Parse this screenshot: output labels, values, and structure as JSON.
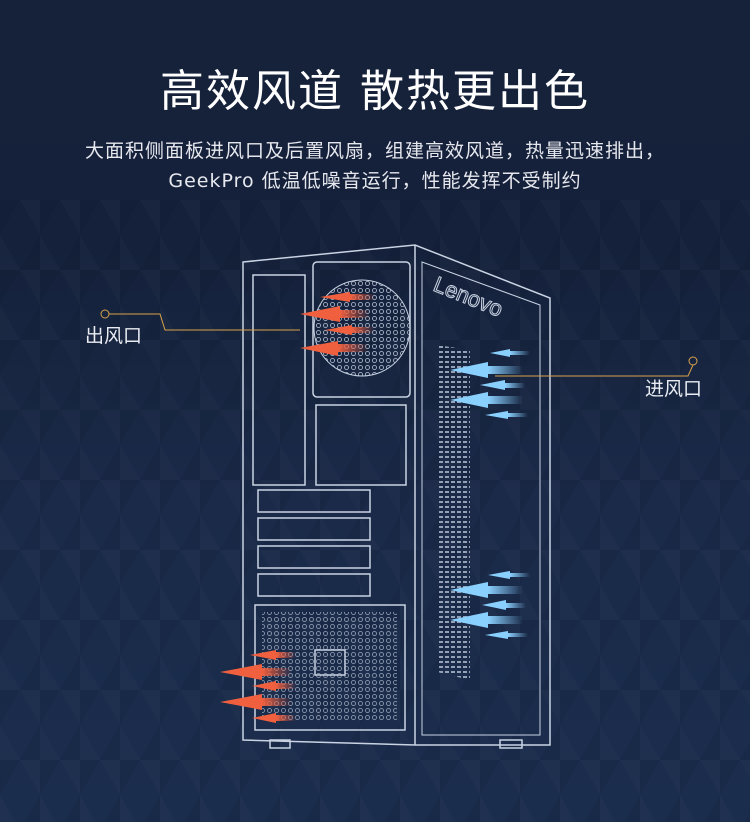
{
  "heading": "高效风道 散热更出色",
  "description": {
    "line1": "大面积侧面板进风口及后置风扇，组建高效风道，热量迅速排出，",
    "line2": "GeekPro 低温低噪音运行，性能发挥不受制约"
  },
  "labels": {
    "exhaust": "出风口",
    "intake": "进风口"
  },
  "brand_logo": "Lenovo",
  "colors": {
    "background": "#16213a",
    "exhaust_arrow": "#e8553a",
    "intake_arrow": "#7cc4f0",
    "outline": "#c9d3e3",
    "leader_line": "#d9a24a"
  }
}
